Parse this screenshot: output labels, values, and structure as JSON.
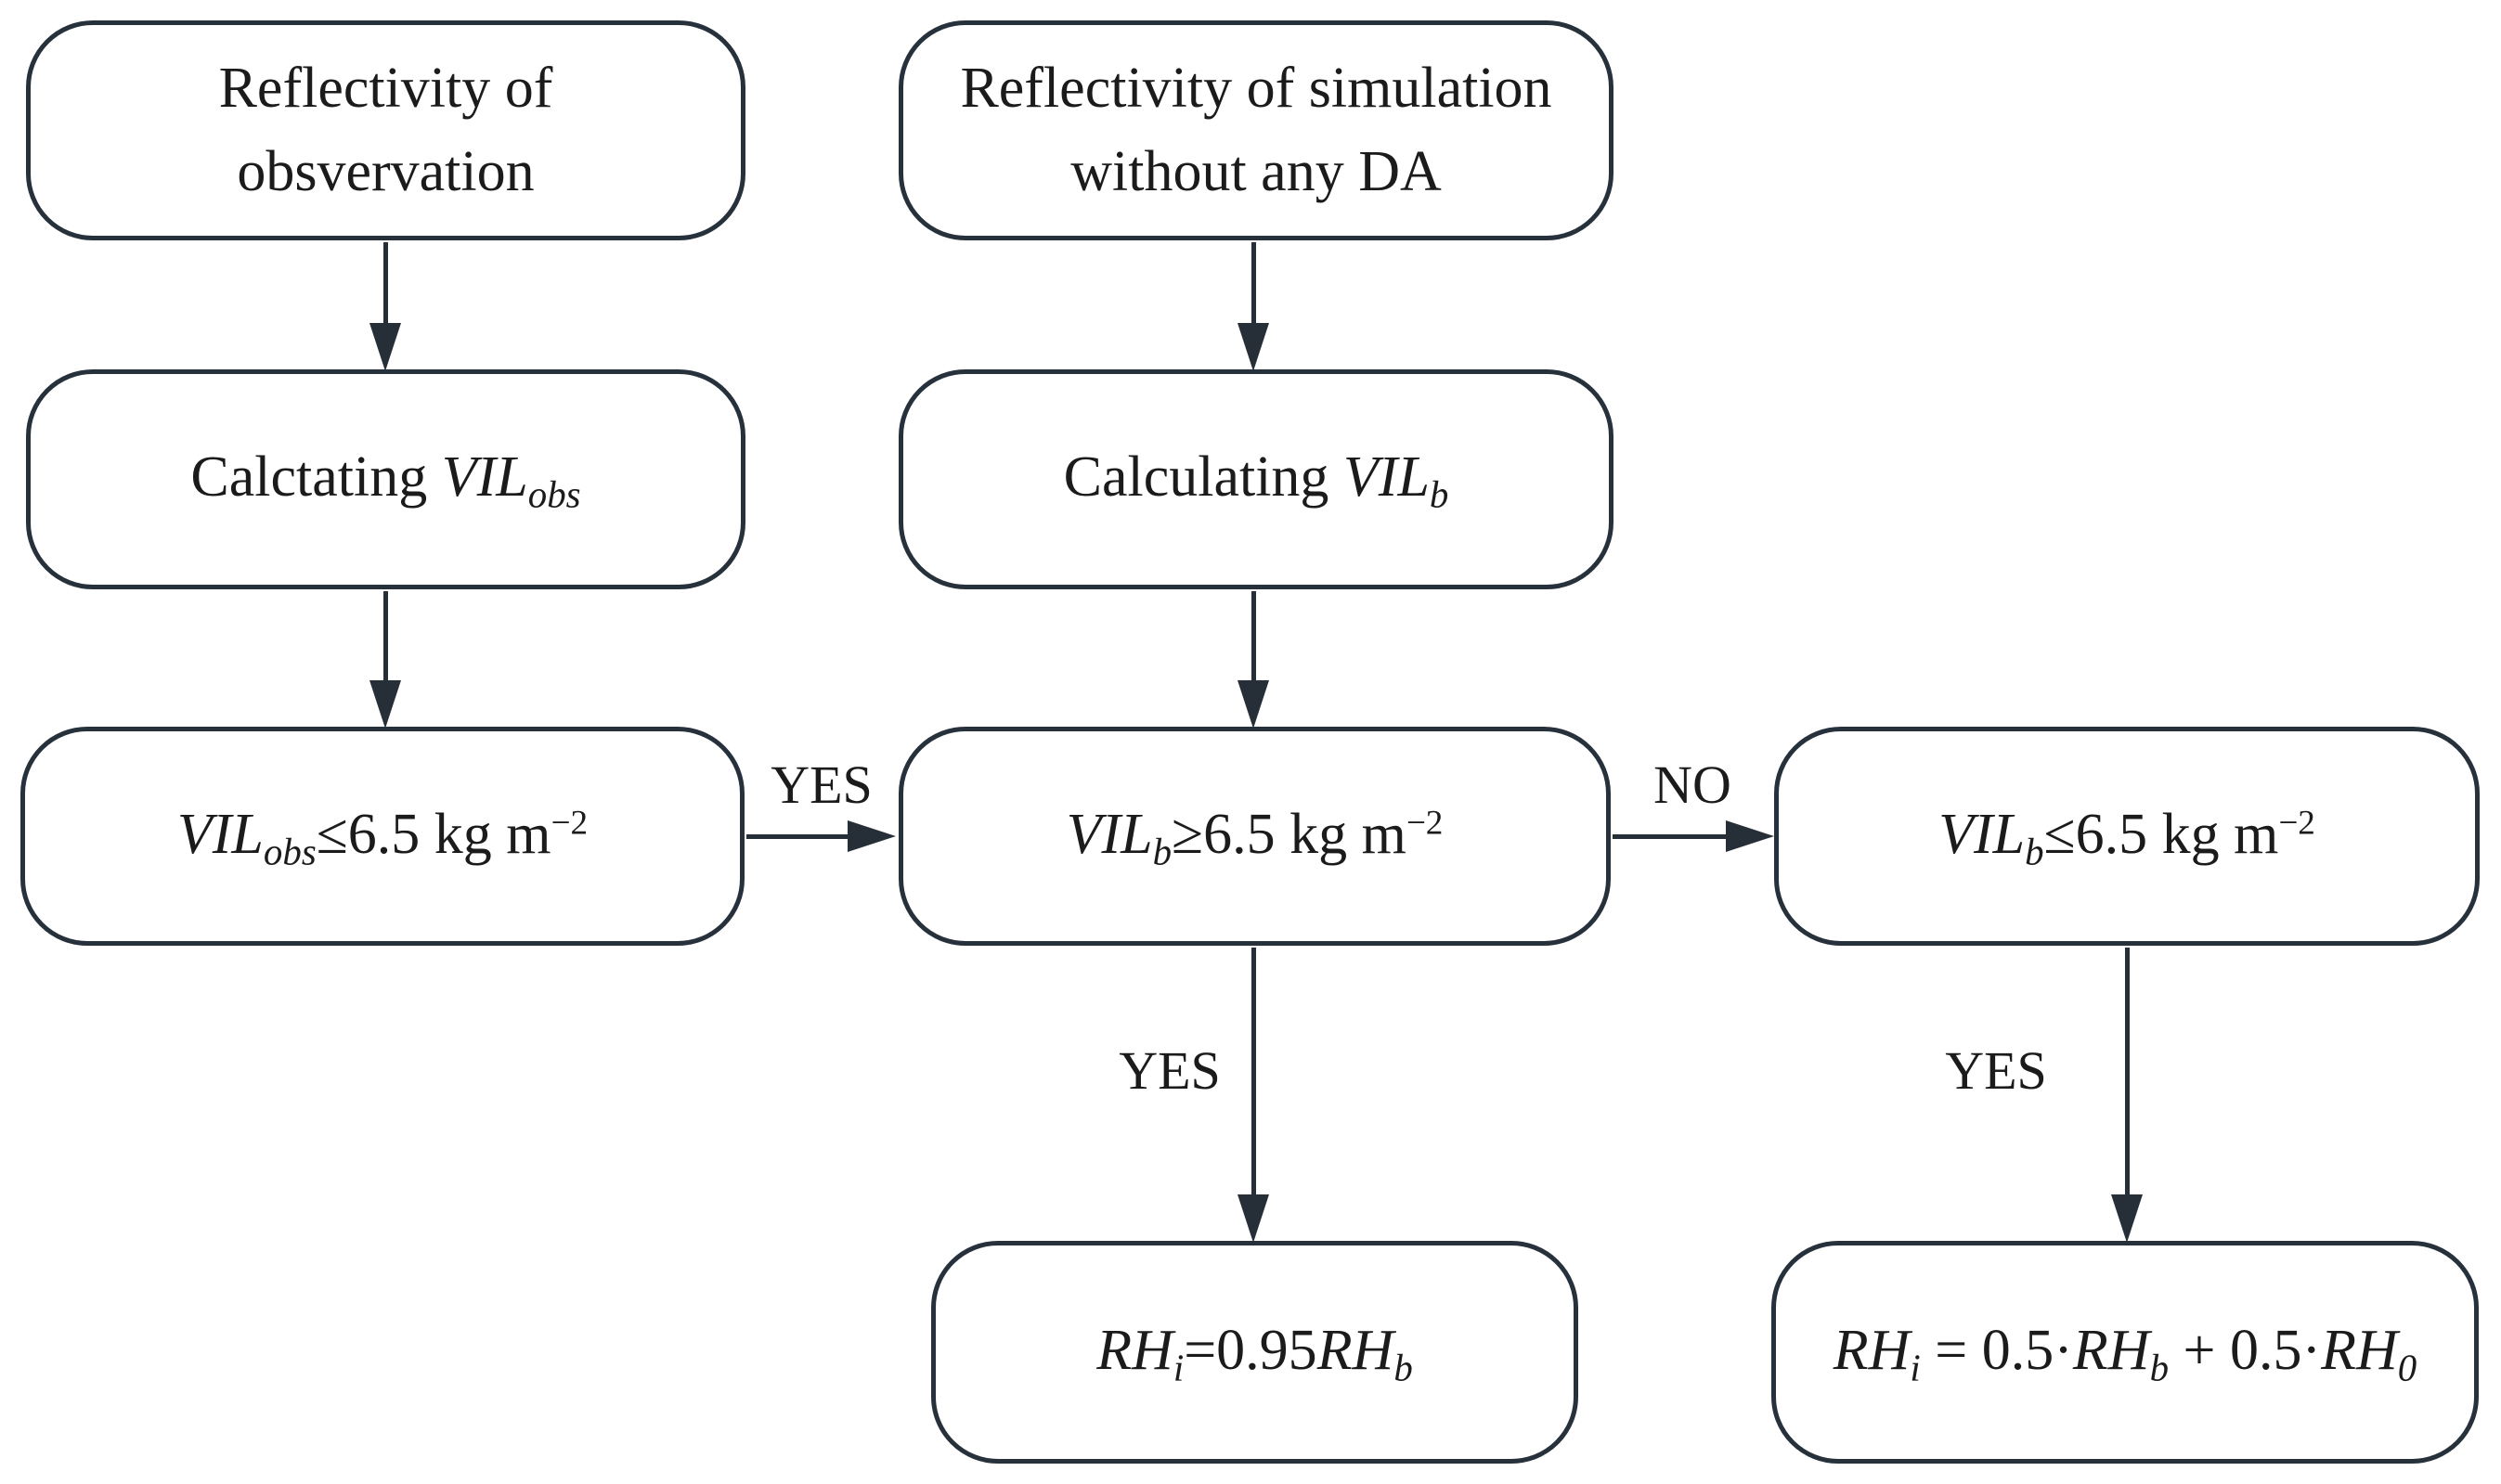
{
  "diagram": {
    "colors": {
      "background": "#ffffff",
      "line": "#262f38",
      "node_border": "#27313c",
      "text": "#1b1b1b"
    },
    "nodes": {
      "obs_reflectivity": {
        "text": "Reflectivity of\nobsvervation"
      },
      "sim_reflectivity": {
        "text": "Reflectivity of simulation\nwithout any DA"
      },
      "calc_vil_obs": {
        "segments": [
          {
            "t": "Calctating ",
            "s": "n"
          },
          {
            "t": "VIL",
            "s": "i"
          },
          {
            "t": "obs",
            "s": "i",
            "sc": "sub"
          }
        ]
      },
      "calc_vil_b": {
        "segments": [
          {
            "t": "Calculating ",
            "s": "n"
          },
          {
            "t": "VIL",
            "s": "i"
          },
          {
            "t": "b",
            "s": "i",
            "sc": "sub"
          }
        ]
      },
      "cond_vil_obs_le": {
        "segments": [
          {
            "t": "VIL",
            "s": "i"
          },
          {
            "t": "obs",
            "s": "i",
            "sc": "sub"
          },
          {
            "t": "≤6.5 kg m",
            "s": "n"
          },
          {
            "t": "−2",
            "s": "n",
            "sc": "sup"
          }
        ]
      },
      "cond_vil_b_ge": {
        "segments": [
          {
            "t": "VIL",
            "s": "i"
          },
          {
            "t": "b",
            "s": "i",
            "sc": "sub"
          },
          {
            "t": "≥6.5 kg m",
            "s": "n"
          },
          {
            "t": "−2",
            "s": "n",
            "sc": "sup"
          }
        ]
      },
      "cond_vil_b_le": {
        "segments": [
          {
            "t": "VIL",
            "s": "i"
          },
          {
            "t": "b",
            "s": "i",
            "sc": "sub"
          },
          {
            "t": "≤6.5 kg m",
            "s": "n"
          },
          {
            "t": "−2",
            "s": "n",
            "sc": "sup"
          }
        ]
      },
      "rh_assign_095": {
        "segments": [
          {
            "t": "RH",
            "s": "i"
          },
          {
            "t": "i",
            "s": "i",
            "sc": "sub"
          },
          {
            "t": "=0.95",
            "s": "n"
          },
          {
            "t": "RH",
            "s": "i"
          },
          {
            "t": "b",
            "s": "i",
            "sc": "sub"
          }
        ]
      },
      "rh_assign_mix": {
        "segments": [
          {
            "t": "RH",
            "s": "i"
          },
          {
            "t": "i",
            "s": "i",
            "sc": "sub"
          },
          {
            "t": " = 0.5·",
            "s": "n"
          },
          {
            "t": "RH",
            "s": "i"
          },
          {
            "t": "b",
            "s": "i",
            "sc": "sub"
          },
          {
            "t": " + 0.5·",
            "s": "n"
          },
          {
            "t": "RH",
            "s": "i"
          },
          {
            "t": "0",
            "s": "i",
            "sc": "sub"
          }
        ]
      }
    },
    "edge_labels": {
      "obs_to_b_yes": "YES",
      "b_ge_no": "NO",
      "b_ge_yes": "YES",
      "b_le_yes": "YES"
    }
  }
}
